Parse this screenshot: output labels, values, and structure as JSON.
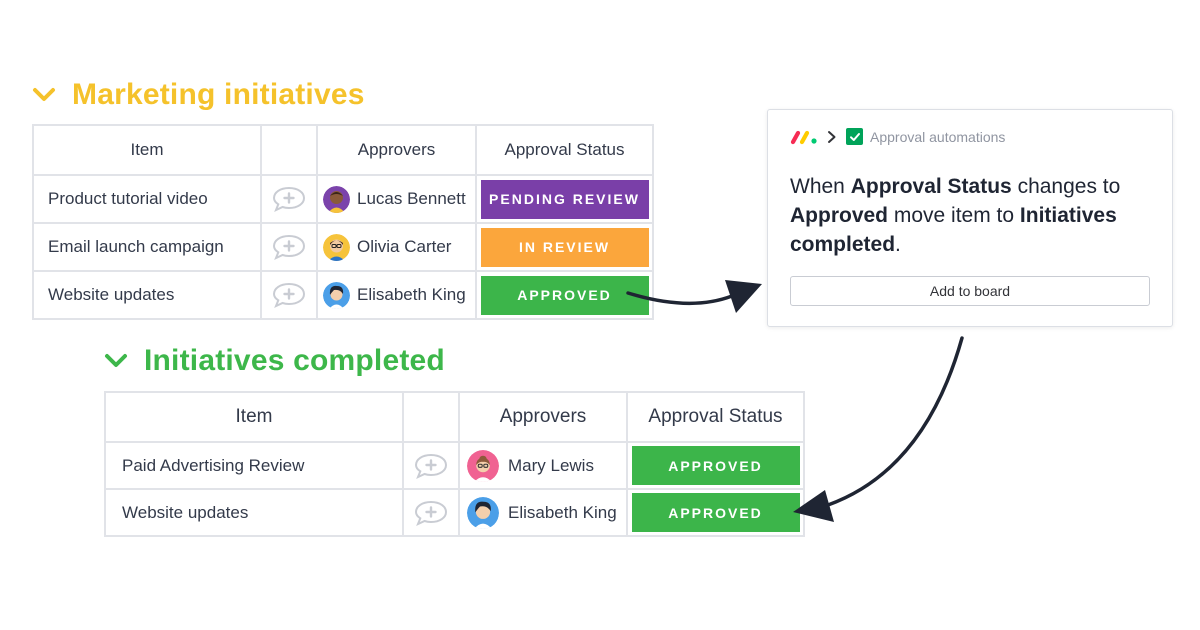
{
  "colors": {
    "marketing": "#f5c22b",
    "completed": "#3db74a",
    "pending": "#7a3fa8",
    "in_review": "#fba63c",
    "approved": "#3cb54a",
    "grid": "#e1e3e8",
    "text": "#333a4a",
    "arrow": "#1f2533"
  },
  "groups": [
    {
      "title": "Marketing initiatives",
      "headers": {
        "item": "Item",
        "approvers": "Approvers",
        "status": "Approval Status"
      },
      "rows": [
        {
          "item": "Product tutorial video",
          "approver": "Lucas Bennett",
          "avatar": "avatar-lucas",
          "status": "PENDING REVIEW",
          "status_key": "pending"
        },
        {
          "item": "Email launch campaign",
          "approver": "Olivia Carter",
          "avatar": "avatar-olivia",
          "status": "IN REVIEW",
          "status_key": "in_review"
        },
        {
          "item": "Website updates",
          "approver": "Elisabeth King",
          "avatar": "avatar-elisabeth",
          "status": "APPROVED",
          "status_key": "approved"
        }
      ]
    },
    {
      "title": "Initiatives completed",
      "headers": {
        "item": "Item",
        "approvers": "Approvers",
        "status": "Approval Status"
      },
      "rows": [
        {
          "item": "Paid Advertising Review",
          "approver": "Mary Lewis",
          "avatar": "avatar-mary",
          "status": "APPROVED",
          "status_key": "approved"
        },
        {
          "item": "Website updates",
          "approver": "Elisabeth King",
          "avatar": "avatar-elisabeth",
          "status": "APPROVED",
          "status_key": "approved"
        }
      ]
    }
  ],
  "automation": {
    "breadcrumb": "Approval automations",
    "sentence": {
      "p1": "When ",
      "b1": "Approval Status",
      "p2": " changes to ",
      "b2": "Approved",
      "p3": " move item to ",
      "b3": "Initiatives completed",
      "p4": "."
    },
    "button_label": "Add to board"
  },
  "icons": {
    "group_toggle": "chevron-down-icon",
    "update": "speech-bubble-plus-icon",
    "logo": "monday-logo-icon",
    "breadcrumb": "chevron-right-icon",
    "check": "checkbox-checked-icon"
  }
}
